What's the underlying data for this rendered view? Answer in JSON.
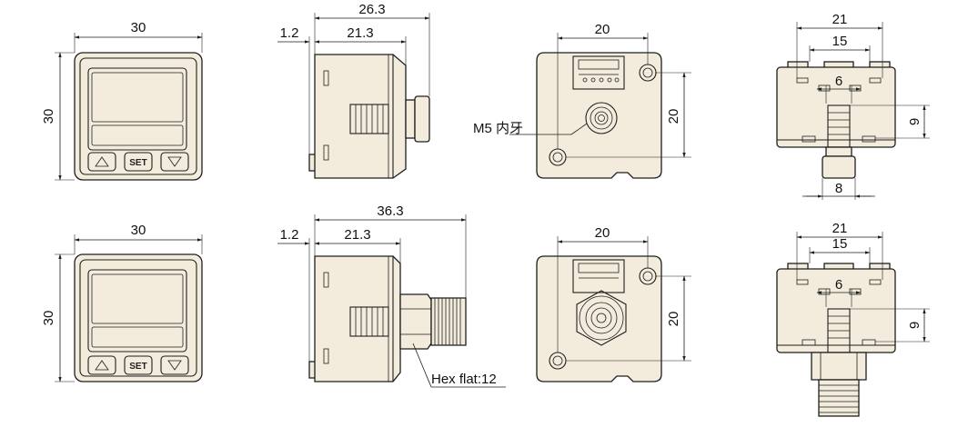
{
  "dimensions": {
    "front_width_top": "30",
    "front_height_top": "30",
    "front_width_bottom": "30",
    "front_height_bottom": "30",
    "side_total_top": "26.3",
    "side_offset_top": "1.2",
    "side_body_top": "21.3",
    "side_total_bottom": "36.3",
    "side_offset_bottom": "1.2",
    "side_body_bottom": "21.3",
    "back_width_top": "20",
    "back_height_top": "20",
    "back_width_bottom": "20",
    "back_height_bottom": "20",
    "top_outer_top": "21",
    "top_inner_top": "15",
    "top_center_top": "6",
    "top_height_top": "9",
    "top_port_top": "8",
    "top_outer_bottom": "21",
    "top_inner_bottom": "15",
    "top_center_bottom": "6",
    "top_height_bottom": "9"
  },
  "labels": {
    "port_thread": "M5 内牙",
    "hex_flat": "Hex flat:12",
    "set_button": "SET"
  },
  "colors": {
    "body": "#f3ecdc",
    "outline": "#1e1e1e"
  }
}
